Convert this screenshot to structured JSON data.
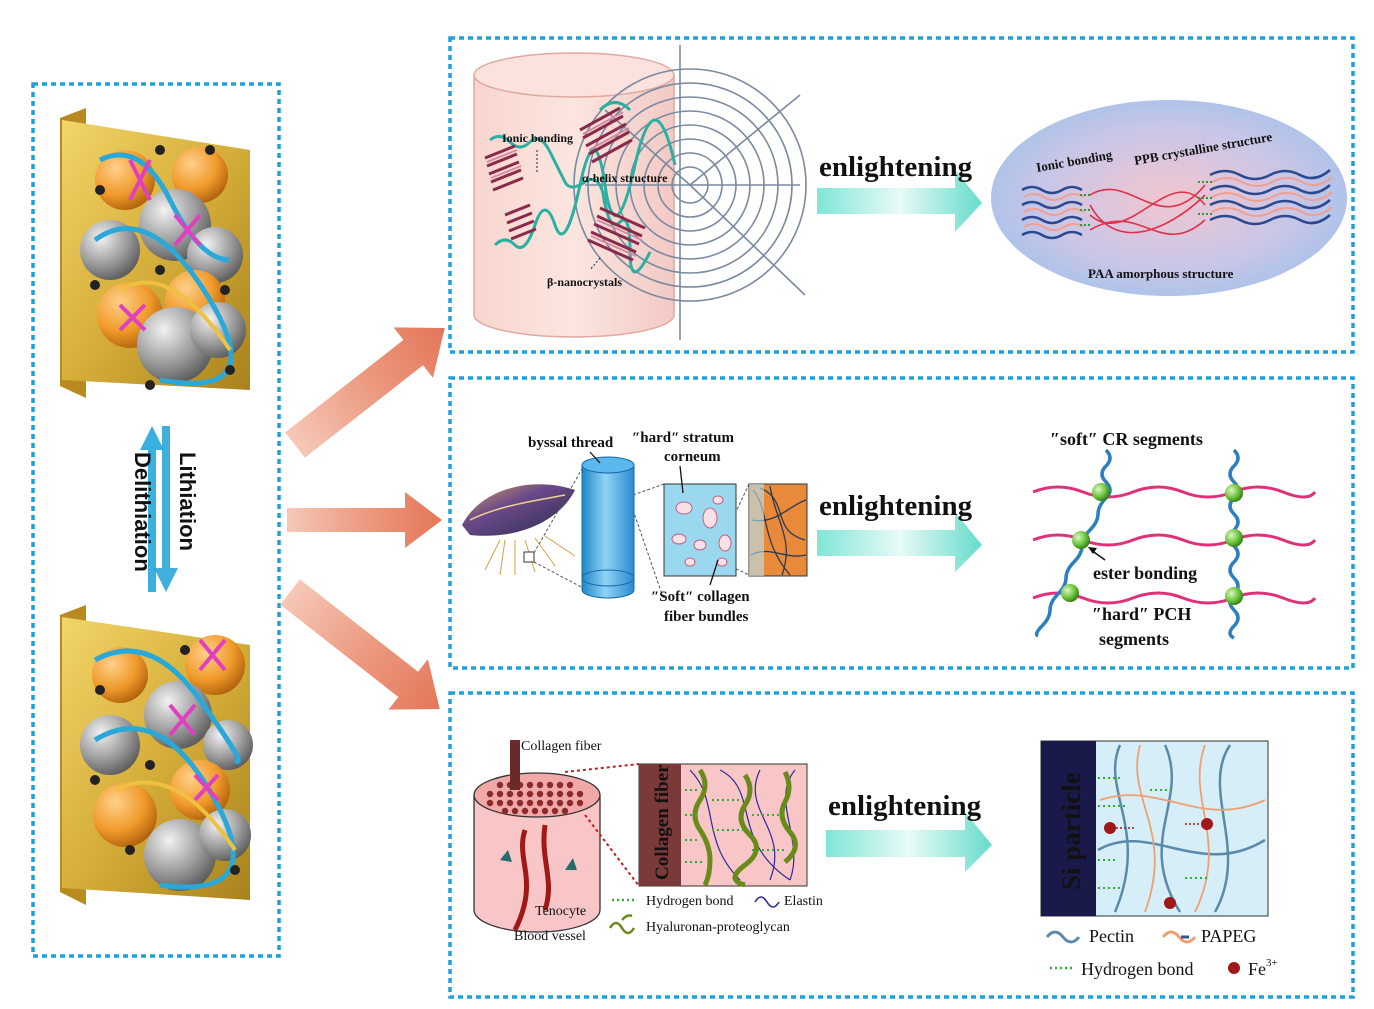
{
  "left_panel": {
    "arrow_label_up": "Lithiation",
    "arrow_label_down": "Delithiation"
  },
  "panel_spider_silk": {
    "labels": {
      "ionic_bonding": "Ionic bonding",
      "alpha_helix": "α-helix structure",
      "beta_nanocrystals": "β-nanocrystals"
    },
    "arrow_text": "enlightening",
    "result": {
      "ionic_bonding": "Ionic bonding",
      "ppb_crystalline": "PPB crystalline structure",
      "paa_amorphous": "PAA amorphous structure"
    }
  },
  "panel_mussel": {
    "labels": {
      "byssal_thread": "byssal thread",
      "hard_stratum": "″hard″ stratum",
      "corneum": "corneum",
      "soft_collagen": "″Soft″ collagen",
      "fiber_bundles": "fiber bundles"
    },
    "arrow_text": "enlightening",
    "result": {
      "soft_cr": "″soft″ CR segments",
      "ester_bonding": "ester bonding",
      "hard_pch": "″hard″ PCH",
      "segments": "segments"
    }
  },
  "panel_tendon": {
    "labels": {
      "collagen_fiber_top": "Collagen fiber",
      "tenocyte": "Tenocyte",
      "blood_vessel": "Blood vessel",
      "collagen_fiber_vertical": "Collagen fiber",
      "hydrogen_bond": "Hydrogen bond",
      "elastin": "Elastin",
      "hyaluronan": "Hyaluronan-proteoglycan"
    },
    "arrow_text": "enlightening",
    "result": {
      "si_particle": "Si particle",
      "pectin": "Pectin",
      "papeg": "PAPEG",
      "hydrogen_bond": "Hydrogen bond",
      "fe": "Fe",
      "fe_sup": "3+"
    }
  },
  "colors": {
    "dashed_border": "#1ea0dc",
    "pink_arrow": "#e8826a",
    "cyan_arrow": "#6ee0d0",
    "pink_chain": "#e0307a",
    "blue_chain": "#2f7fc0",
    "green_node": "#6ac43a"
  }
}
